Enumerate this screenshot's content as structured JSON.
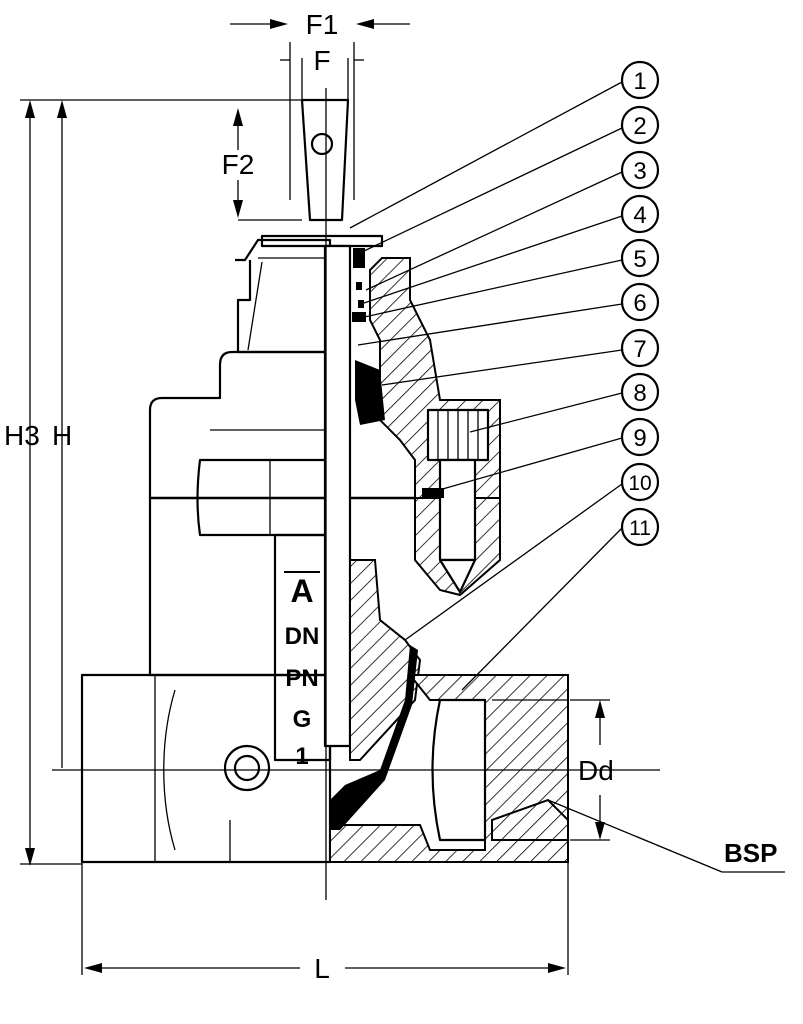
{
  "dimensions": {
    "f1": "F1",
    "f": "F",
    "f2": "F2",
    "h3": "H3",
    "h": "H",
    "dd": "Dd",
    "l": "L",
    "bsp": "BSP"
  },
  "body_markings": {
    "logo": "A",
    "dn": "DN",
    "pn": "PN",
    "g": "G",
    "one": "1"
  },
  "callouts": [
    "1",
    "2",
    "3",
    "4",
    "5",
    "6",
    "7",
    "8",
    "9",
    "10",
    "11"
  ]
}
